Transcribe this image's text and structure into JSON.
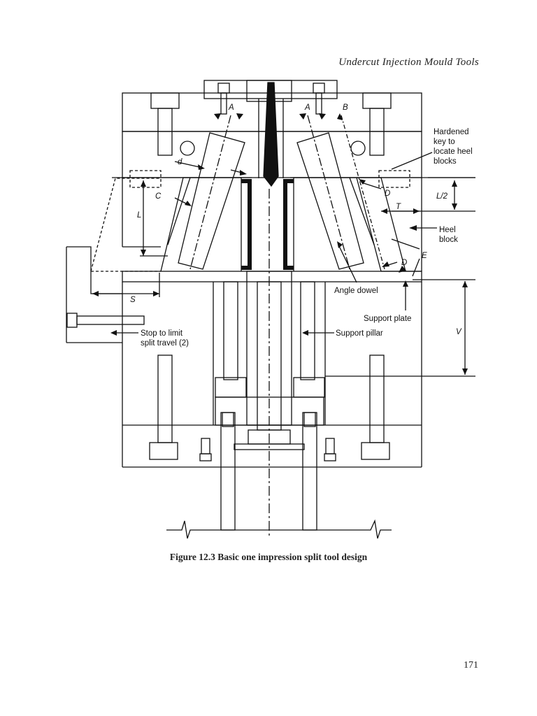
{
  "running_head": "Undercut Injection Mould Tools",
  "caption": "Figure 12.3 Basic one impression split tool design",
  "page_number": "171",
  "labels": {
    "hardened_key": [
      "Hardened",
      "key to",
      "locate heel",
      "blocks"
    ],
    "heel_block": [
      "Heel",
      "block"
    ],
    "angle_dowel": "Angle dowel",
    "support_plate": "Support plate",
    "support_pillar": "Support pillar",
    "stop": [
      "Stop to limit",
      "split travel (2)"
    ],
    "A1": "A",
    "A2": "A",
    "B": "B",
    "C": "C",
    "d": "d",
    "D1": "D",
    "D2": "D",
    "E": "E",
    "L": "L",
    "L_half": "L/2",
    "T": "T",
    "S": "S",
    "V": "V"
  }
}
